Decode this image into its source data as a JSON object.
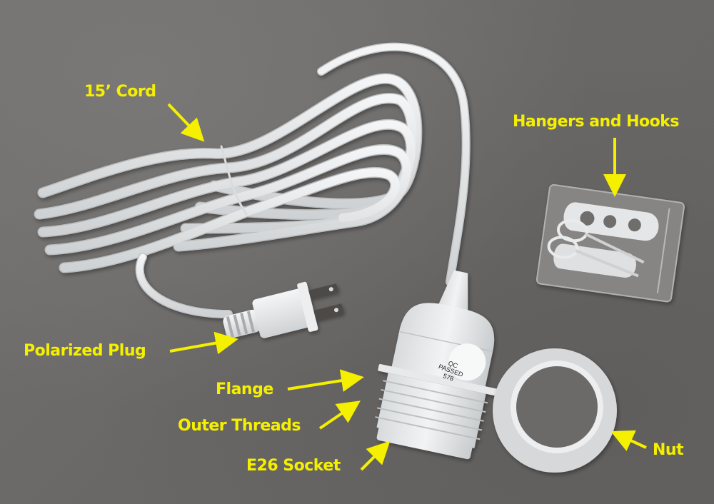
{
  "image": {
    "description": "Pendant light cord kit laid out on a gray surface with yellow annotation labels and arrows",
    "background_color": "#6e6c6a",
    "label_color": "#f5f000",
    "object_color": "#e8eaeb"
  },
  "labels": {
    "cord": "15’ Cord",
    "hangers": "Hangers and Hooks",
    "plug": "Polarized Plug",
    "flange": "Flange",
    "threads": "Outer Threads",
    "socket": "E26 Socket",
    "nut": "Nut"
  },
  "sticker": {
    "line1": "QC",
    "line2": "PASSED",
    "line3": "578"
  },
  "objects": [
    {
      "name": "coiled-cord",
      "label_ref": "cord"
    },
    {
      "name": "hanger-hook-bag",
      "label_ref": "hangers"
    },
    {
      "name": "polarized-plug",
      "label_ref": "plug"
    },
    {
      "name": "socket-flange",
      "label_ref": "flange"
    },
    {
      "name": "socket-outer-threads",
      "label_ref": "threads"
    },
    {
      "name": "e26-socket",
      "label_ref": "socket"
    },
    {
      "name": "ring-nut",
      "label_ref": "nut"
    }
  ]
}
